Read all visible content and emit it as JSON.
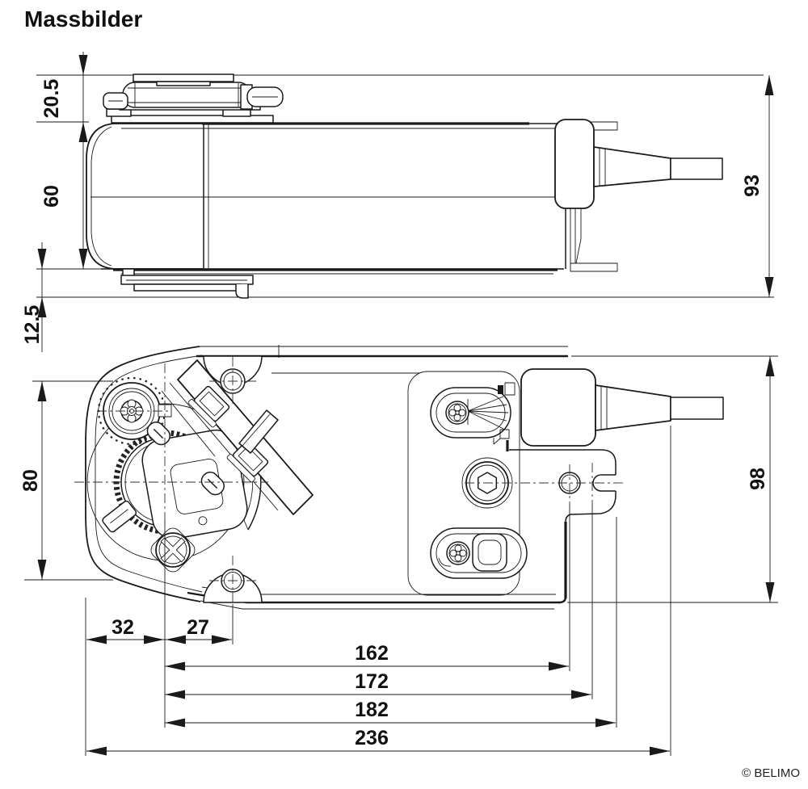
{
  "page": {
    "title": "Massbilder",
    "copyright": "© BELIMO"
  },
  "side_view": {
    "dimensions": {
      "top_clearance": "20.5",
      "body_height": "60",
      "bottom_clearance": "12.5",
      "overall_height": "93"
    }
  },
  "plan_view": {
    "dimensions": {
      "hole_pitch": "80",
      "overall_width": "98",
      "left_edge_to_spindle": "32",
      "spindle_to_hole": "27",
      "spindle_to_end_hole": "162",
      "spindle_to_slot": "172",
      "spindle_to_edge": "182",
      "overall_length": "236"
    }
  }
}
